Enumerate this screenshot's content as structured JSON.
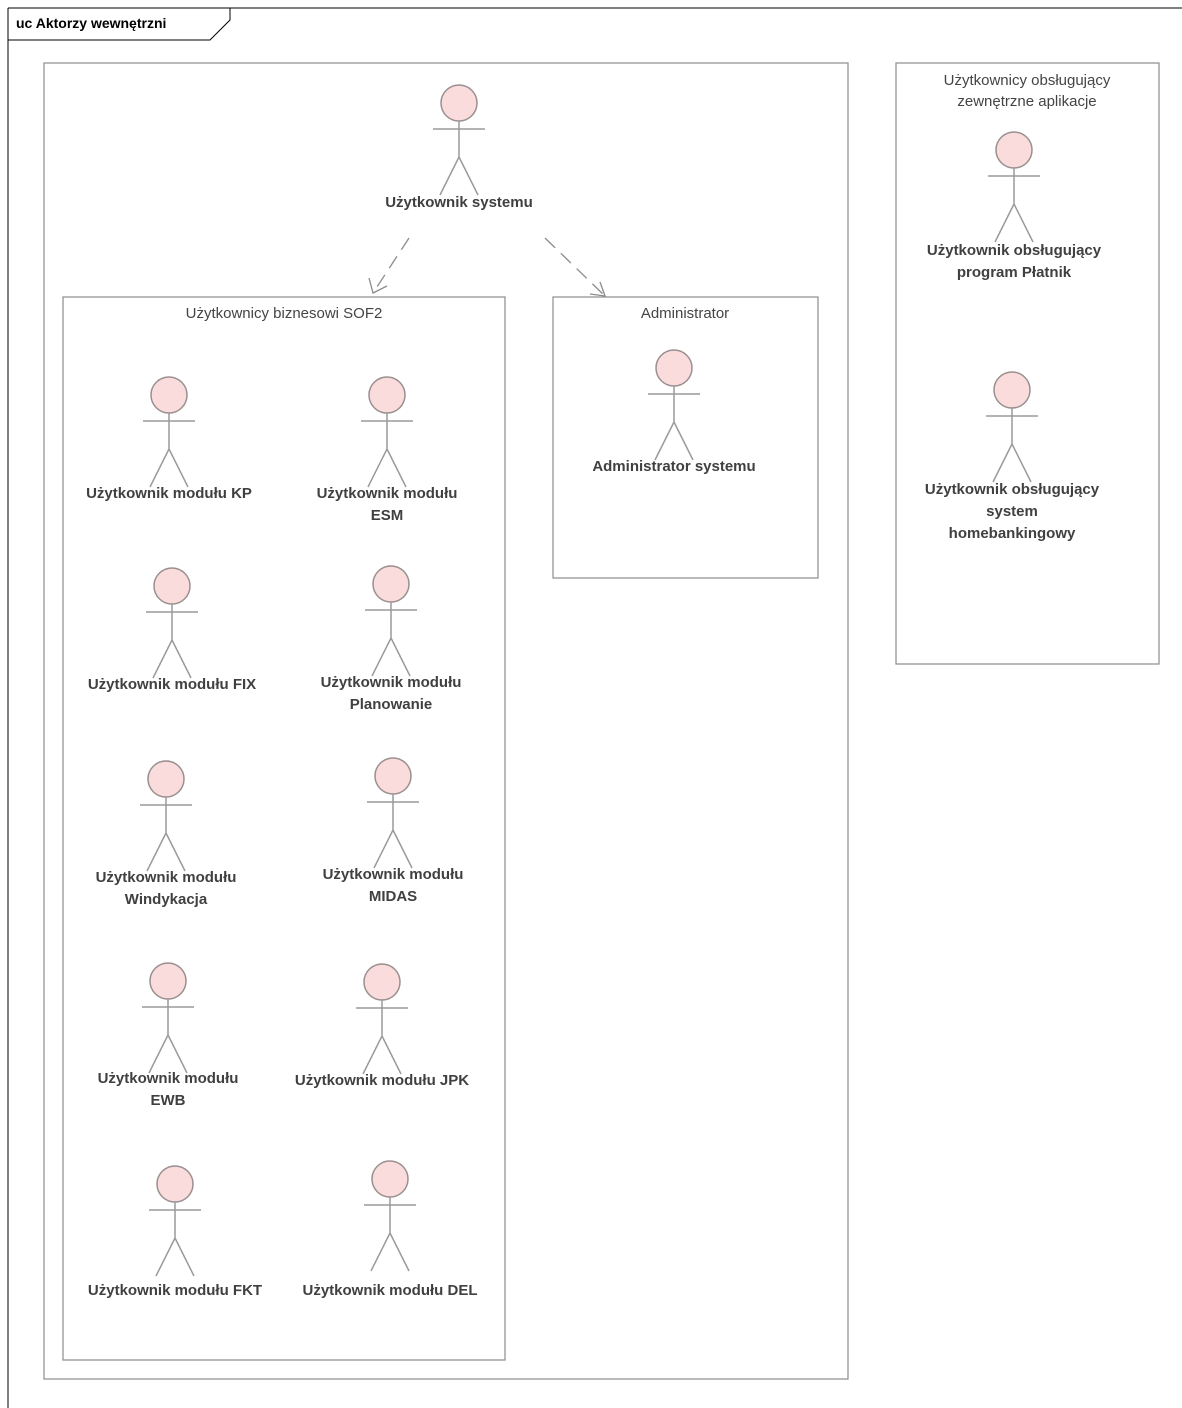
{
  "frame": {
    "title": "uc Aktorzy wewnętrzni"
  },
  "packages": {
    "main": {
      "label": ""
    },
    "business": {
      "label": "Użytkownicy biznesowi SOF2"
    },
    "admin": {
      "label": "Administrator"
    },
    "external": {
      "label_lines": [
        "Użytkownicy obsługujący",
        "zewnętrzne aplikacje"
      ]
    }
  },
  "actors": {
    "system_user": {
      "lines": [
        "Użytkownik systemu"
      ]
    },
    "kp": {
      "lines": [
        "Użytkownik modułu KP"
      ]
    },
    "esm": {
      "lines": [
        "Użytkownik modułu",
        "ESM"
      ]
    },
    "fix": {
      "lines": [
        "Użytkownik modułu FIX"
      ]
    },
    "planowanie": {
      "lines": [
        "Użytkownik modułu",
        "Planowanie"
      ]
    },
    "windykacja": {
      "lines": [
        "Użytkownik modułu",
        "Windykacja"
      ]
    },
    "midas": {
      "lines": [
        "Użytkownik modułu",
        "MIDAS"
      ]
    },
    "ewb": {
      "lines": [
        "Użytkownik modułu",
        "EWB"
      ]
    },
    "jpk": {
      "lines": [
        "Użytkownik modułu JPK"
      ]
    },
    "fkt": {
      "lines": [
        "Użytkownik modułu FKT"
      ]
    },
    "del": {
      "lines": [
        "Użytkownik modułu DEL"
      ]
    },
    "admin": {
      "lines": [
        "Administrator systemu"
      ]
    },
    "platnik": {
      "lines": [
        "Użytkownik obsługujący",
        "program Płatnik"
      ]
    },
    "homebanking": {
      "lines": [
        "Użytkownik obsługujący",
        "system",
        "homebankingowy"
      ]
    }
  },
  "dependencies": [
    {
      "from": "Użytkownik systemu",
      "to": "Użytkownicy biznesowi SOF2"
    },
    {
      "from": "Użytkownik systemu",
      "to": "Administrator"
    }
  ],
  "colors": {
    "actor_fill": "#fadcdc",
    "line": "#8c8c8c",
    "text": "#404040"
  }
}
